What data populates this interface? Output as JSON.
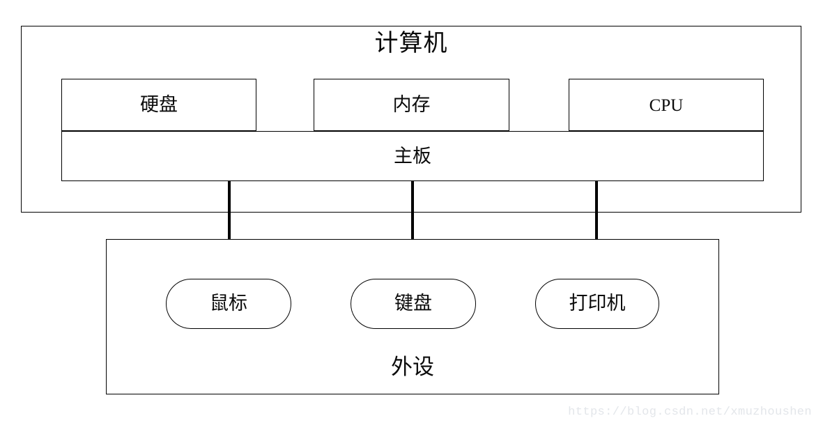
{
  "diagram": {
    "type": "block-diagram",
    "title": "计算机",
    "computer": {
      "label": "计算机",
      "components": [
        {
          "id": "disk",
          "label": "硬盘"
        },
        {
          "id": "memory",
          "label": "内存"
        },
        {
          "id": "cpu",
          "label": "CPU"
        }
      ],
      "mainboard": {
        "id": "mainboard",
        "label": "主板"
      }
    },
    "peripherals": {
      "label": "外设",
      "devices": [
        {
          "id": "mouse",
          "label": "鼠标"
        },
        {
          "id": "keyboard",
          "label": "键盘"
        },
        {
          "id": "printer",
          "label": "打印机"
        }
      ]
    },
    "connections": [
      {
        "from": "mainboard",
        "to": "mouse"
      },
      {
        "from": "mainboard",
        "to": "keyboard"
      },
      {
        "from": "mainboard",
        "to": "printer"
      }
    ],
    "colors": {
      "stroke": "#000000",
      "fill": "#ffffff",
      "text": "#0b0b0b",
      "watermark": "#e3e6ea"
    }
  },
  "watermark": {
    "text": "https://blog.csdn.net/xmuzhoushen"
  }
}
